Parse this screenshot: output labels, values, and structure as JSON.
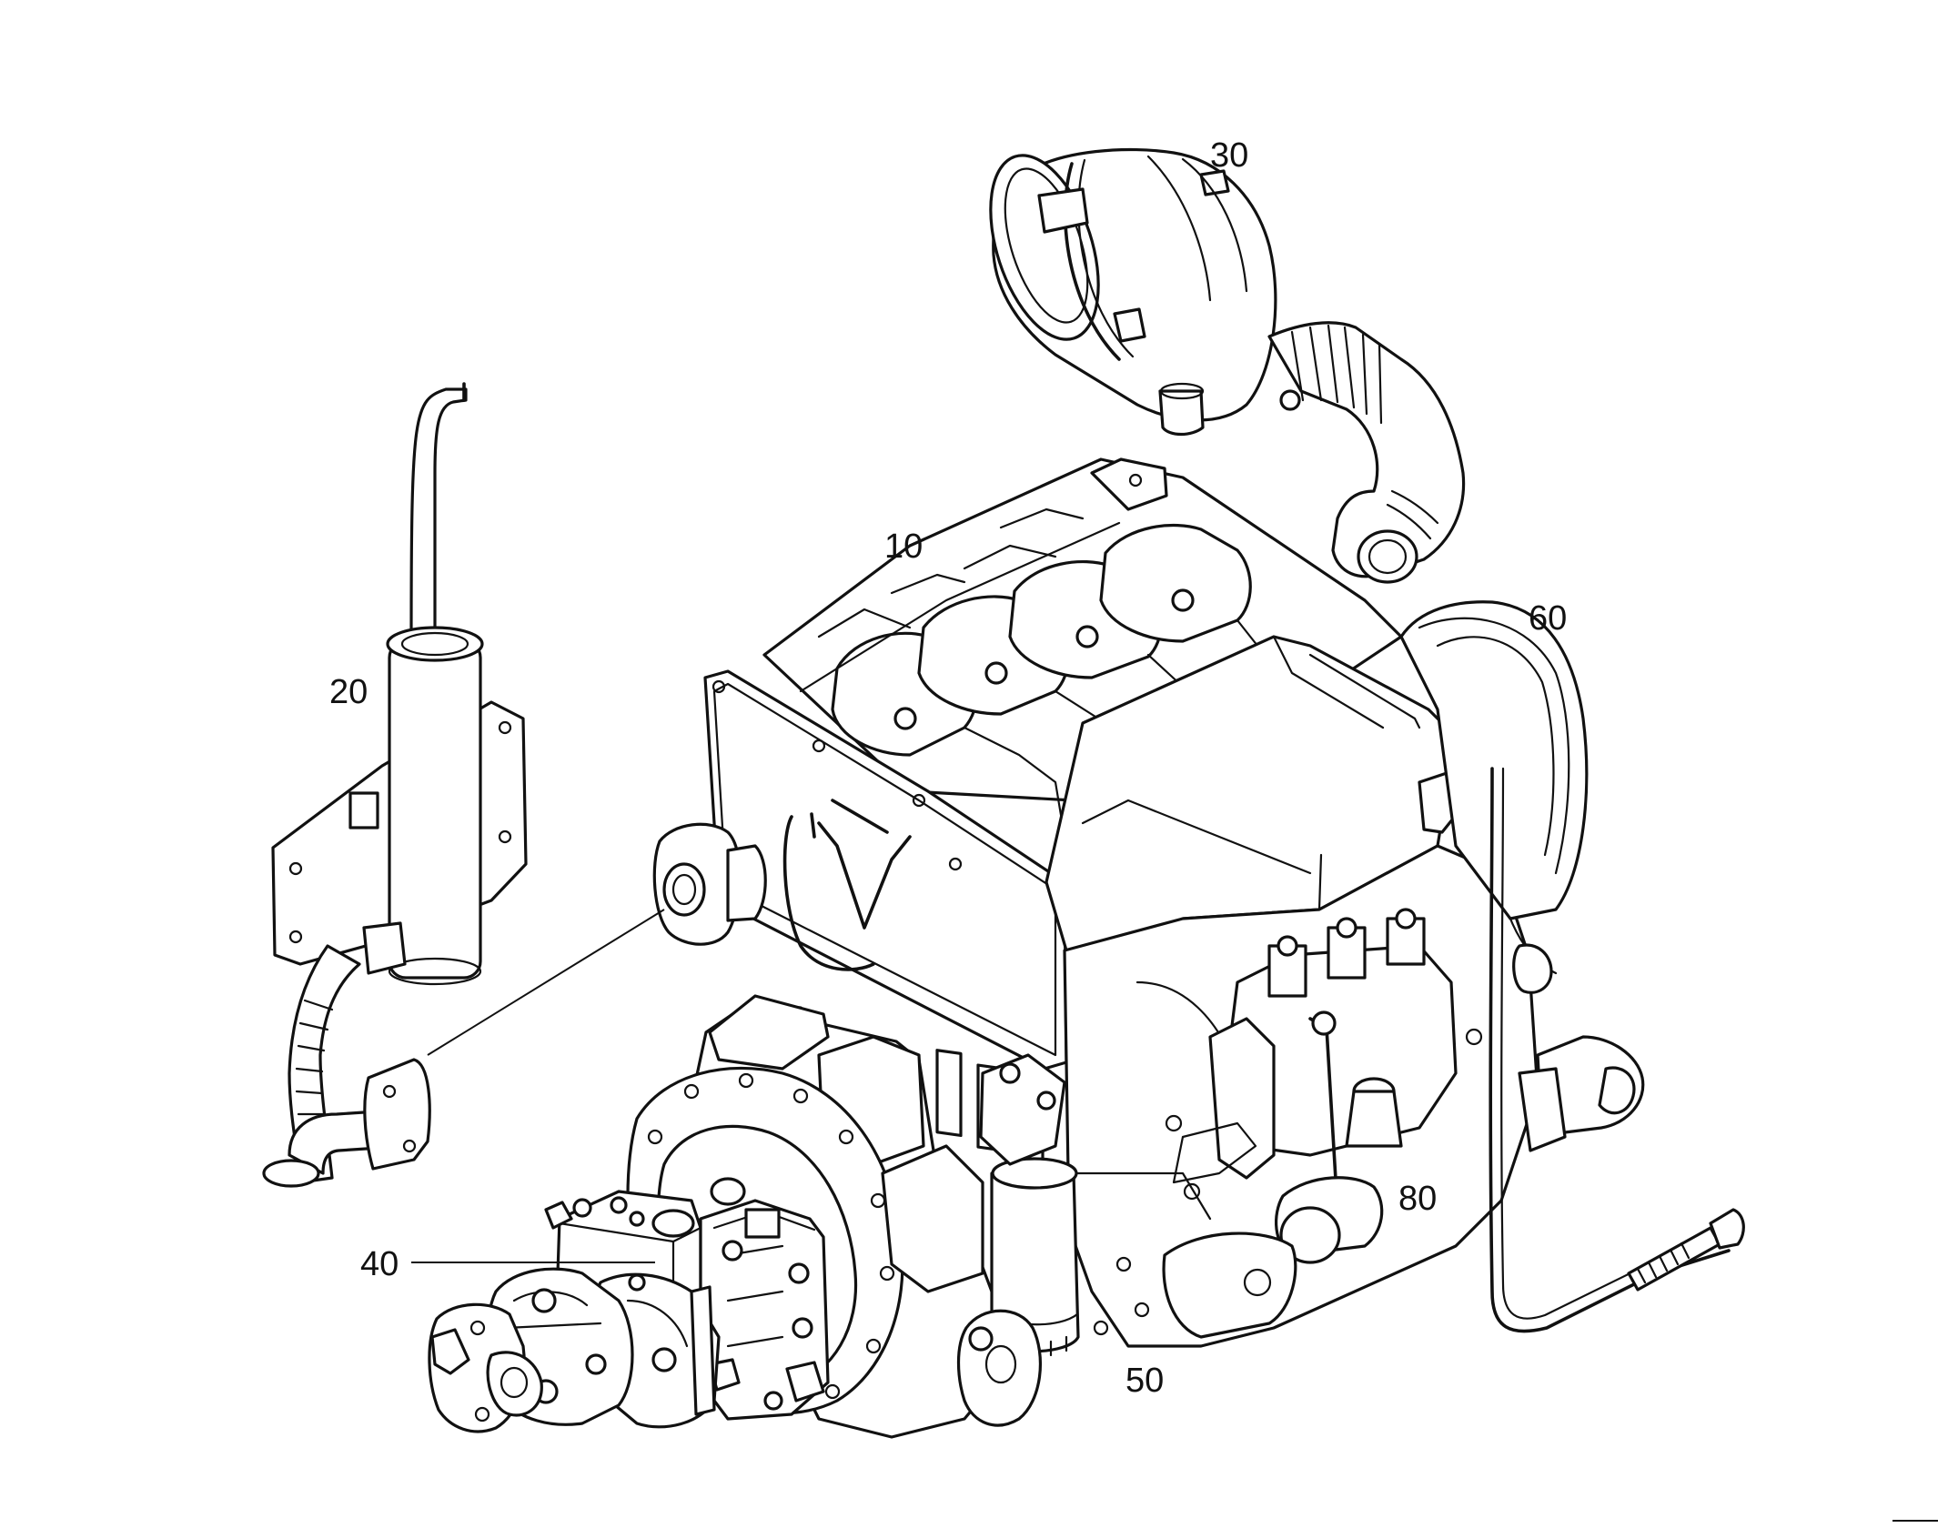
{
  "callouts": {
    "c10": "10",
    "c20": "20",
    "c30": "30",
    "c40": "40",
    "c50": "50",
    "c60": "60",
    "c80": "80"
  }
}
